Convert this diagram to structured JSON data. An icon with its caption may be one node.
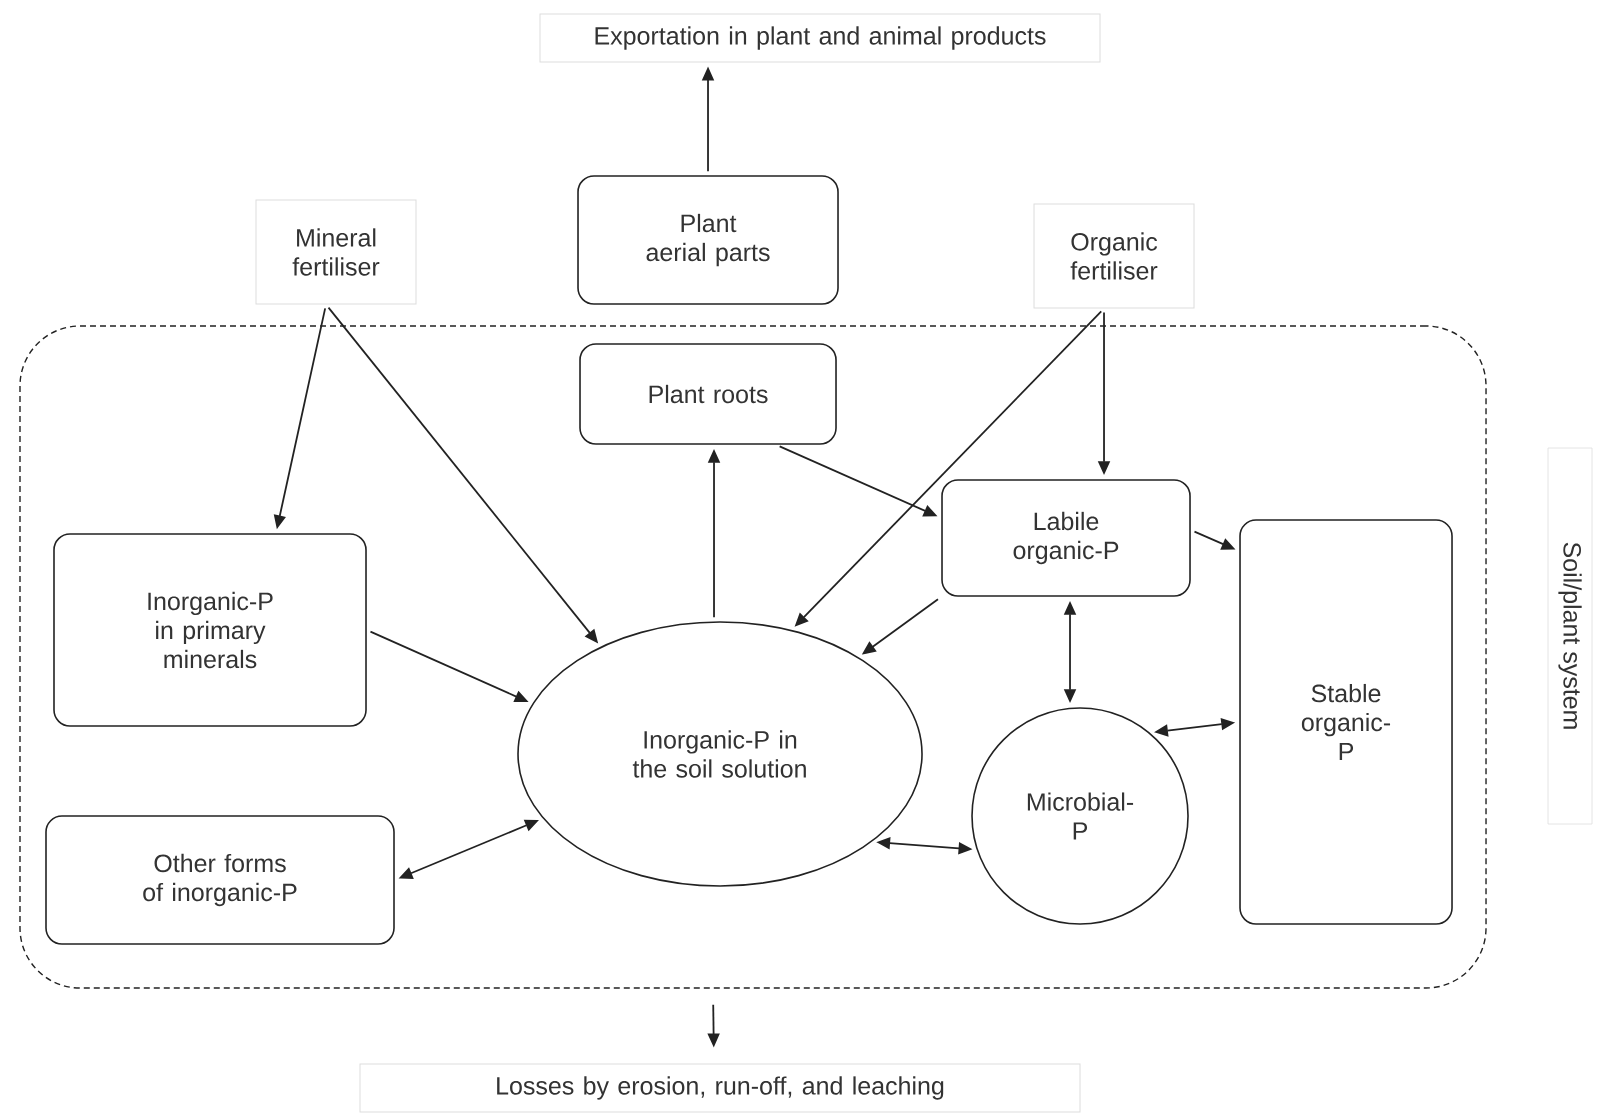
{
  "diagram": {
    "nodes": [
      {
        "text": [
          "Exportation in plant and animal products"
        ]
      },
      {
        "text": [
          "Mineral fertiliser"
        ]
      },
      {
        "text": [
          "Plant aerial parts"
        ]
      },
      {
        "text": [
          "Organic fertiliser"
        ]
      },
      {
        "text": [
          "Soil/plant system"
        ]
      },
      {
        "text": [
          "Plant roots"
        ],
        "in": 4
      },
      {
        "text": [
          "Labile organic-P"
        ],
        "in": 4
      },
      {
        "text": [
          "Stable organic-P"
        ],
        "in": 4
      },
      {
        "text": [
          "Inorganic-P in primary minerals"
        ],
        "in": 4
      },
      {
        "text": [
          "Inorganic-P in the soil solution"
        ],
        "in": 4
      },
      {
        "text": [
          "Microbial-P"
        ],
        "in": 4
      },
      {
        "text": [
          "Other forms of inorganic-P"
        ],
        "in": 4
      },
      {
        "text": [
          "Losses by erosion, run-off, and leaching"
        ]
      }
    ],
    "edges": [
      {
        "from": 2,
        "to": 0,
        "arrow": "to"
      },
      {
        "from": 1,
        "to": 8,
        "arrow": "to"
      },
      {
        "from": 1,
        "to": 9,
        "arrow": "to"
      },
      {
        "from": 3,
        "to": 6,
        "arrow": "to"
      },
      {
        "from": 3,
        "to": 9,
        "arrow": "to"
      },
      {
        "from": 9,
        "to": 5,
        "arrow": "to"
      },
      {
        "from": 5,
        "to": 6,
        "arrow": "to"
      },
      {
        "from": 6,
        "to": 7,
        "arrow": "to"
      },
      {
        "from": 6,
        "to": 9,
        "arrow": "to"
      },
      {
        "from": 6,
        "to": 10,
        "arrow": "both"
      },
      {
        "from": 10,
        "to": 7,
        "arrow": "both"
      },
      {
        "from": 9,
        "to": 10,
        "arrow": "both"
      },
      {
        "from": 8,
        "to": 9,
        "arrow": "to"
      },
      {
        "from": 9,
        "to": 11,
        "arrow": "both"
      },
      {
        "from": 4,
        "to": 12,
        "arrow": "to"
      }
    ]
  }
}
